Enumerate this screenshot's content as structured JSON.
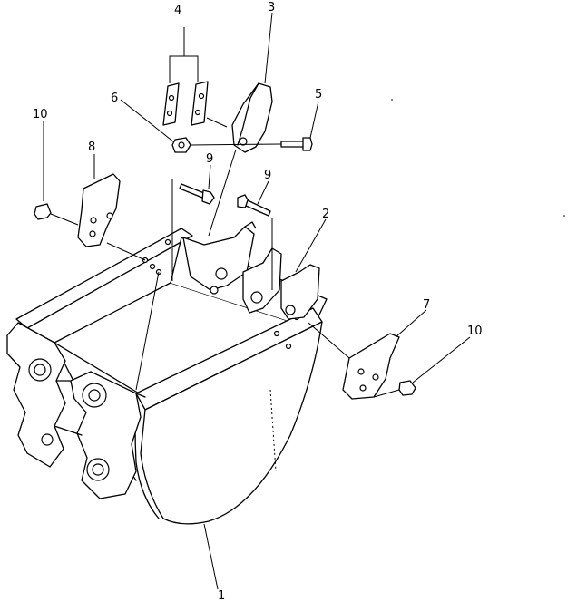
{
  "diagram": {
    "labels": {
      "bucket": "1",
      "adapter_plate": "2",
      "tooth_point": "3",
      "shims": "4",
      "tooth_bolt": "5",
      "tooth_nut": "6",
      "side_cutter_right": "7",
      "side_cutter_left": "8",
      "bolt_left": "9",
      "bolt_right": "9",
      "nut_left": "10",
      "nut_right": "10"
    }
  }
}
